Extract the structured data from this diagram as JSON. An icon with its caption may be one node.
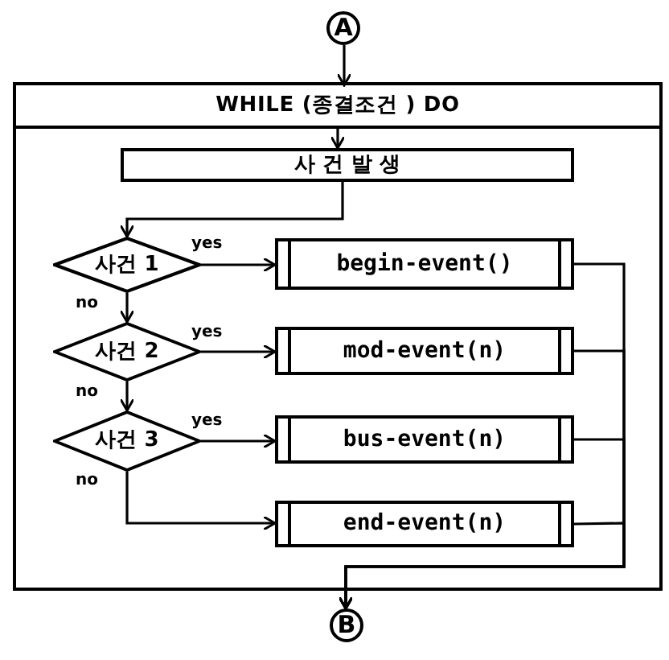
{
  "diagram": {
    "nodes": [
      {
        "text": [
          "A"
        ]
      },
      {
        "text": [],
        "shape": "box"
      },
      {
        "text": [
          "WHILE (종결조건 ) DO"
        ],
        "in": 1
      },
      {
        "text": [
          "사 건 발 생"
        ],
        "in": 1
      },
      {
        "text": [
          "사건 1"
        ],
        "in": 1
      },
      {
        "text": [
          "begin-event()"
        ],
        "in": 1
      },
      {
        "text": [
          "사건 2"
        ],
        "in": 1
      },
      {
        "text": [
          "mod-event(n)"
        ],
        "in": 1
      },
      {
        "text": [
          "사건 3"
        ],
        "in": 1
      },
      {
        "text": [
          "bus-event(n)"
        ],
        "in": 1
      },
      {
        "text": [
          "end-event(n)"
        ],
        "in": 1
      },
      {
        "text": [
          "B"
        ]
      }
    ],
    "edges": [
      {
        "from": 0,
        "to": 2,
        "arrow": "to"
      },
      {
        "from": 2,
        "to": 3,
        "arrow": "to"
      },
      {
        "from": 3,
        "to": 4,
        "arrow": "to"
      },
      {
        "from": 4,
        "to": 5,
        "arrow": "to",
        "label": "yes"
      },
      {
        "from": 4,
        "to": 6,
        "arrow": "to",
        "label": "no"
      },
      {
        "from": 6,
        "to": 7,
        "arrow": "to",
        "label": "yes"
      },
      {
        "from": 6,
        "to": 8,
        "arrow": "to",
        "label": "no"
      },
      {
        "from": 8,
        "to": 9,
        "arrow": "to",
        "label": "yes"
      },
      {
        "from": 8,
        "to": 10,
        "arrow": "to",
        "label": "no"
      },
      {
        "from": 5,
        "to": 11,
        "arrow": "to"
      },
      {
        "from": 7,
        "to": 11,
        "arrow": "to"
      },
      {
        "from": 9,
        "to": 11,
        "arrow": "to"
      },
      {
        "from": 10,
        "to": 11,
        "arrow": "to"
      }
    ]
  }
}
